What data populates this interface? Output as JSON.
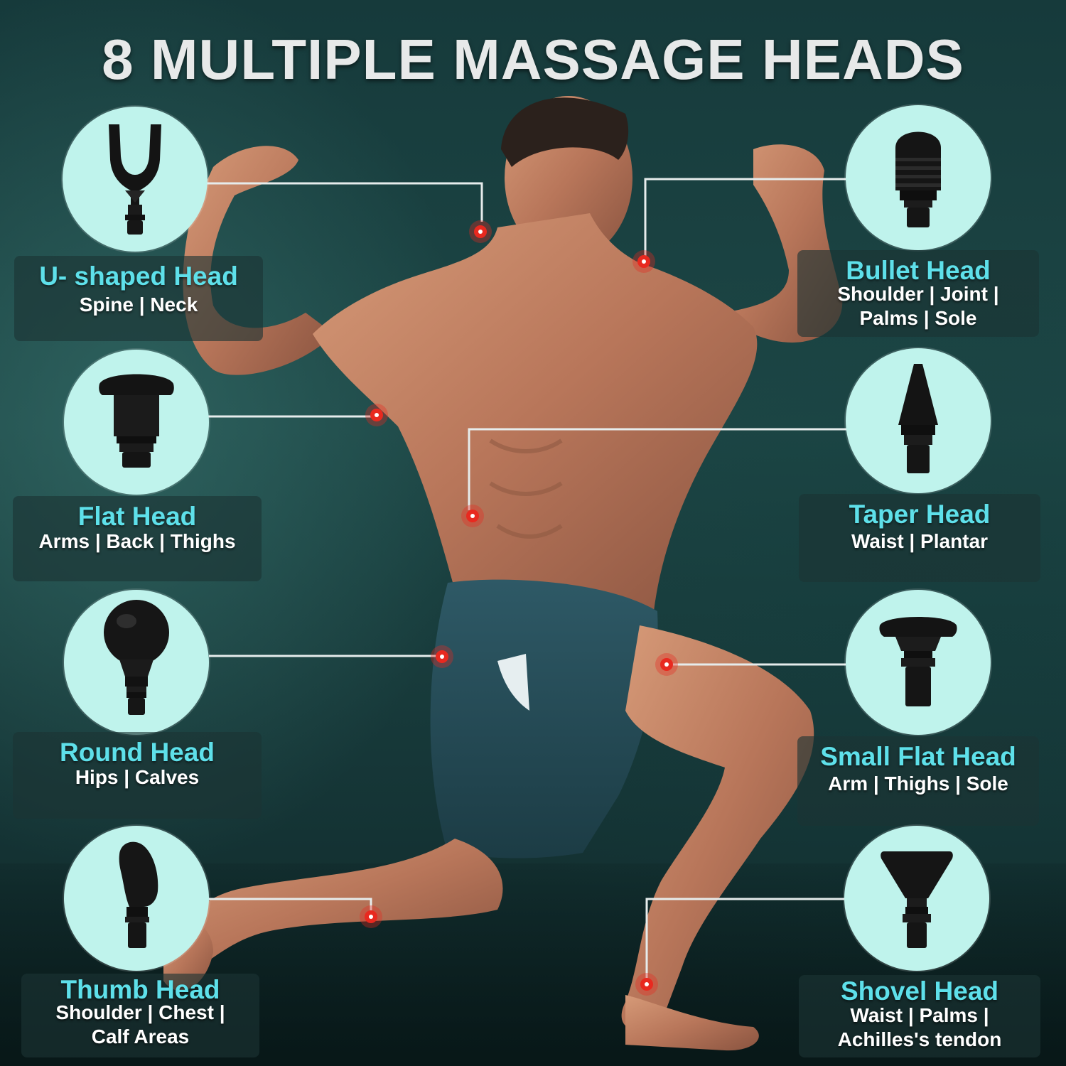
{
  "title": "8 MULTIPLE MASSAGE HEADS",
  "colors": {
    "accent": "#5ee0ea",
    "circle": "#bff3ec",
    "marker": "#e8291f",
    "background": "#1d4746"
  },
  "heads": [
    {
      "name": "U- shaped Head",
      "uses": [
        "Spine | Neck"
      ],
      "icon": "u-shaped-head-icon"
    },
    {
      "name": "Bullet Head",
      "uses": [
        "Shoulder | Joint |",
        "Palms | Sole"
      ],
      "icon": "bullet-head-icon"
    },
    {
      "name": "Flat Head",
      "uses": [
        "Arms | Back | Thighs"
      ],
      "icon": "flat-head-icon"
    },
    {
      "name": "Taper Head",
      "uses": [
        "Waist | Plantar"
      ],
      "icon": "taper-head-icon"
    },
    {
      "name": "Round Head",
      "uses": [
        "Hips | Calves"
      ],
      "icon": "round-head-icon"
    },
    {
      "name": "Small Flat Head",
      "uses": [
        "Arm | Thighs | Sole"
      ],
      "icon": "small-flat-head-icon"
    },
    {
      "name": "Thumb Head",
      "uses": [
        "Shoulder | Chest |",
        "Calf Areas"
      ],
      "icon": "thumb-head-icon"
    },
    {
      "name": "Shovel Head",
      "uses": [
        "Waist | Palms |",
        "Achilles's tendon"
      ],
      "icon": "shovel-head-icon"
    }
  ]
}
